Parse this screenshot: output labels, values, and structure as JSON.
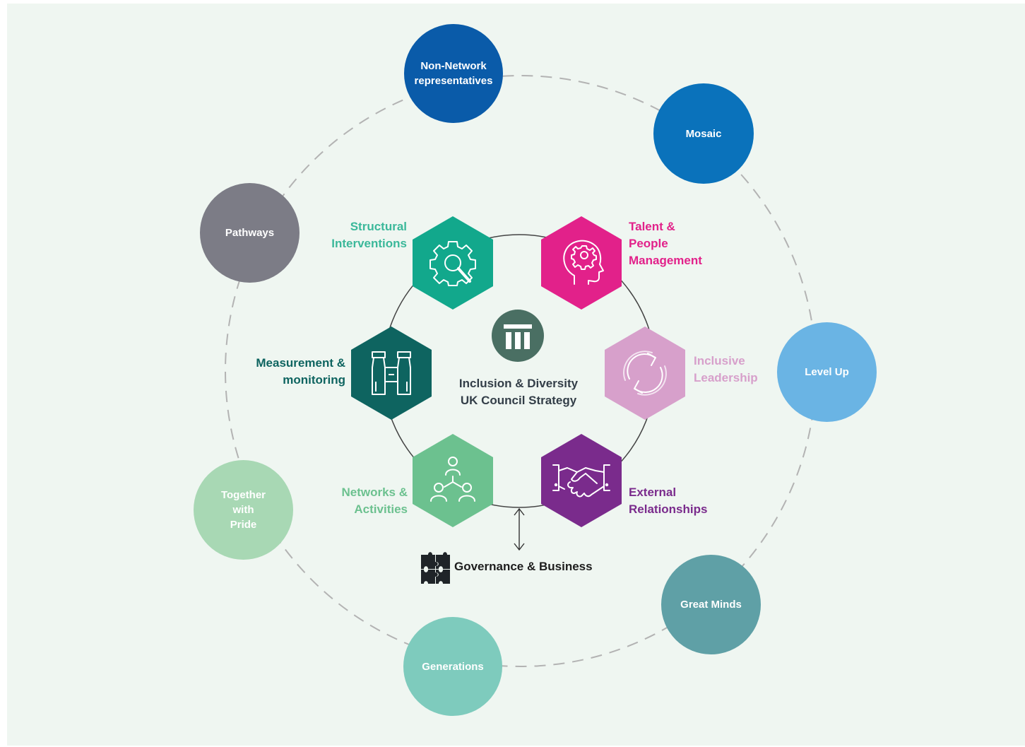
{
  "colors": {
    "background": "#eff6f1",
    "outer_ring": "#b3b3b3",
    "inner_ring": "#444444",
    "non_network": "#0a5ba9",
    "mosaic": "#0a72bb",
    "pathways": "#7c7c86",
    "level_up": "#6ab4e4",
    "together_with_pride": "#a8d8b4",
    "great_minds": "#5fa0a6",
    "generations": "#7ecbbd",
    "structural": "#12a88c",
    "talent": "#e2218a",
    "measurement": "#0e6460",
    "inclusive": "#d7a0cb",
    "networks": "#6cc18f",
    "external": "#7a2b8c",
    "center_icon": "#4a6f63",
    "center_text": "#333e48"
  },
  "networks": {
    "non_network": "Non-Network\nrepresentatives",
    "mosaic": "Mosaic",
    "pathways": "Pathways",
    "level_up": "Level Up",
    "together_with_pride": "Together\nwith\nPride",
    "great_minds": "Great Minds",
    "generations": "Generations"
  },
  "pillars": {
    "structural": {
      "label": "Structural\nInterventions",
      "icon": "gear-magnifier-icon"
    },
    "talent": {
      "label": "Talent & \nPeople\nManagement",
      "icon": "head-gear-icon"
    },
    "measurement": {
      "label": "Measurement &\nmonitoring",
      "icon": "binoculars-icon"
    },
    "inclusive": {
      "label": "Inclusive\nLeadership",
      "icon": "refresh-arrows-icon"
    },
    "networks": {
      "label": "Networks & \nActivities",
      "icon": "people-network-icon"
    },
    "external": {
      "label": "External\nRelationships",
      "icon": "handshake-icon"
    }
  },
  "center": {
    "title": "Inclusion & Diversity\nUK Council Strategy",
    "icon": "institution-logo-icon"
  },
  "governance": {
    "label": "Governance & Business",
    "icon": "puzzle-pieces-icon"
  }
}
